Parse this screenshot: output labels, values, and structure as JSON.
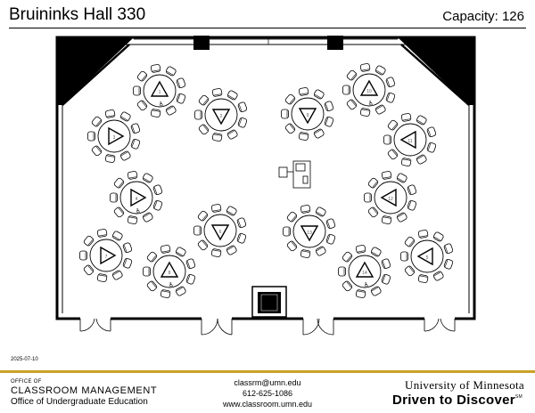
{
  "header": {
    "room_title": "Bruininks Hall 330",
    "capacity": "Capacity: 126"
  },
  "plan": {
    "table_numbers": [
      "1",
      "2",
      "3",
      "4",
      "5",
      "6",
      "7",
      "8",
      "9",
      "10",
      "11",
      "12",
      "13",
      "14"
    ]
  },
  "date": "2025-07-10",
  "footer": {
    "office_of": "OFFICE OF",
    "classroom_management": "CLASSROOM MANAGEMENT",
    "undergrad_office": "Office of Undergraduate Education",
    "email": "classrm@umn.edu",
    "phone": "612-625-1086",
    "website": "www.classroom.umn.edu",
    "university": "University of Minnesota",
    "slogan": "Driven to Discover",
    "slogan_mark": "SM"
  }
}
